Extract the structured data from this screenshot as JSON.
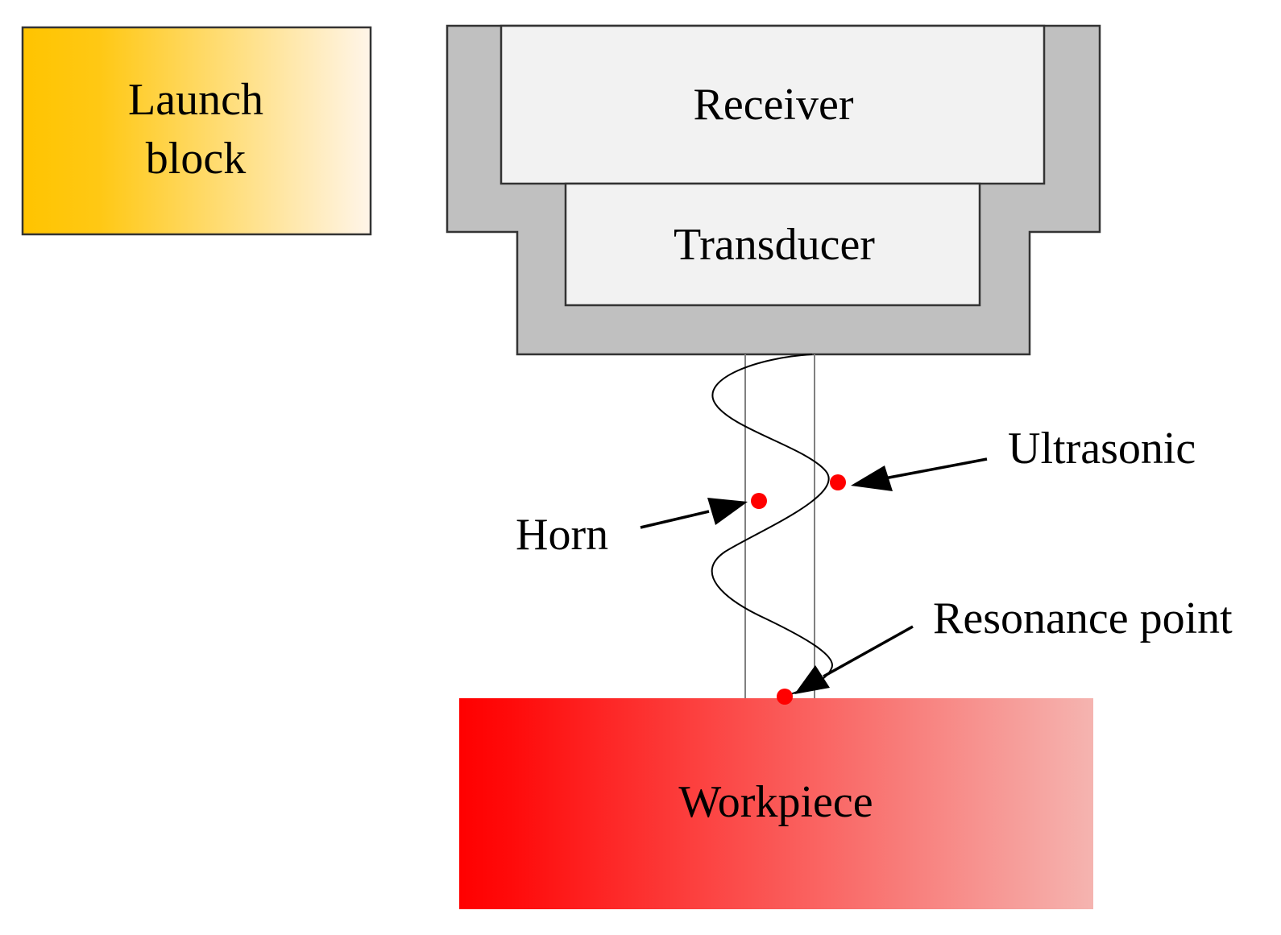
{
  "labels": {
    "launch_block_line1": "Launch",
    "launch_block_line2": "block",
    "receiver": "Receiver",
    "transducer": "Transducer",
    "ultrasonic": "Ultrasonic",
    "horn": "Horn",
    "resonance_point": "Resonance point",
    "workpiece": "Workpiece"
  },
  "colors": {
    "launch_block_start": "#FFC400",
    "launch_block_end": "#FFF5E9",
    "housing": "#C0C0C0",
    "inner_box": "#F2F2F2",
    "workpiece_start": "#FF0000",
    "workpiece_end": "#F5B4B0",
    "marker": "#FF0000",
    "outline": "#000000",
    "horn_line": "#808080"
  }
}
